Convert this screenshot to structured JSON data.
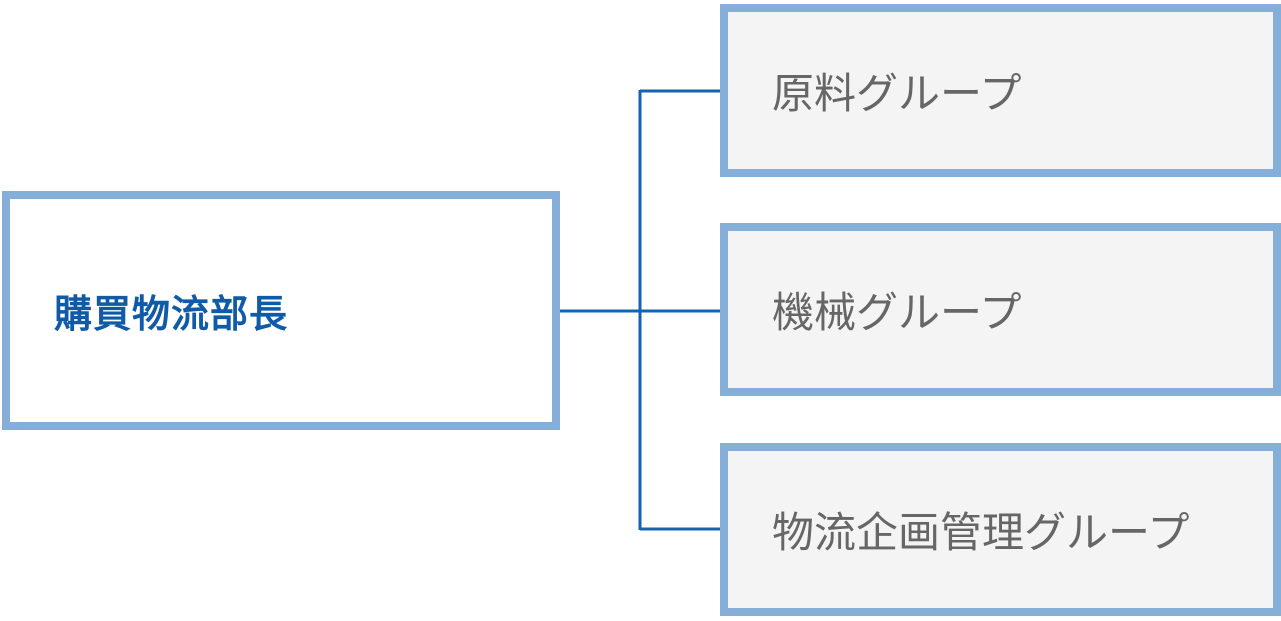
{
  "org_chart": {
    "root": {
      "label": "購買物流部長"
    },
    "children": [
      {
        "label": "原料グループ"
      },
      {
        "label": "機械グループ"
      },
      {
        "label": "物流企画管理グループ"
      }
    ]
  },
  "colors": {
    "box_border": "#85afd9",
    "connector": "#1463b1",
    "root_text": "#0f5ba8",
    "child_text": "#666666",
    "child_fill": "#f4f4f4"
  }
}
